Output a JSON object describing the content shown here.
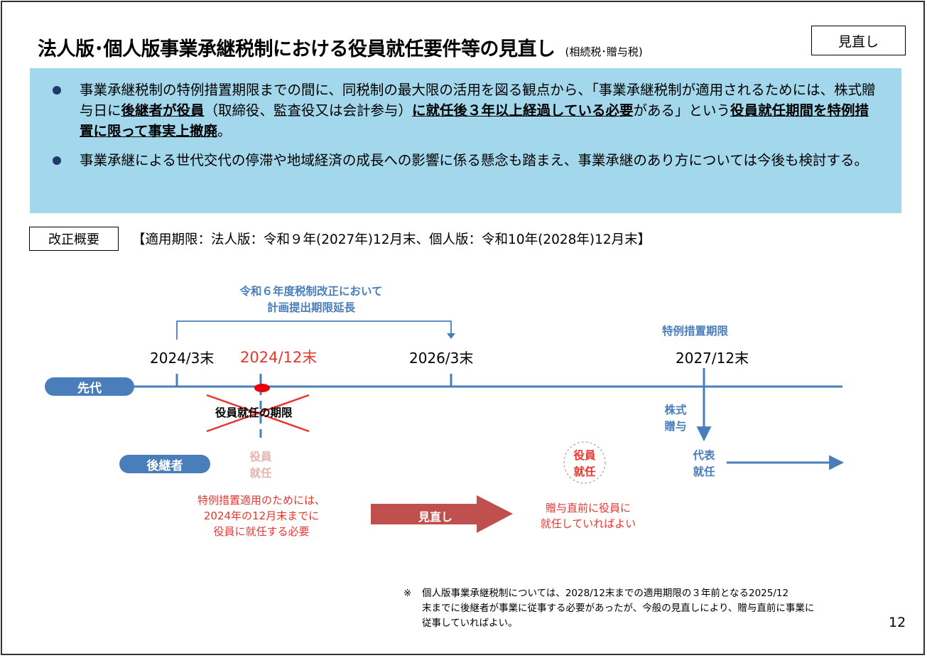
{
  "header": {
    "title": "法人版･個人版事業承継税制における役員就任要件等の見直し",
    "subtitle": "(相続税･贈与税)",
    "tag": "見直し"
  },
  "summary": {
    "bullet1": {
      "p1": "事業承継税制の特例措置期限までの間に、同税制の最大限の活用を図る観点から、「事業承継税制が適用されるためには、株式贈与日に",
      "b1": "後継者が役員",
      "p2": "（取締役、監査役又は会計参与）",
      "b2": "に就任後３年以上経過している必要",
      "p3": "がある」という",
      "b3": "役員就任期間を特例措置に限って事実上撤廃",
      "p4": "。"
    },
    "bullet2": "事業承継による世代交代の停滞や地域経済の成長への影響に係る懸念も踏まえ、事業承継のあり方については今後も検討する。"
  },
  "overview": {
    "label": "改正概要",
    "period": "【適用期限：法人版：令和９年(2027年)12月末、個人版：令和10年(2028年)12月末】"
  },
  "diagram": {
    "plan_note_line1": "令和６年度税制改正において",
    "plan_note_line2": "計画提出期限延長",
    "special_deadline": "特例措置期限",
    "dates": {
      "d1": "2024/3末",
      "d2": "2024/12末",
      "d3": "2026/3末",
      "d4": "2027/12末"
    },
    "predecessor": "先代",
    "successor": "後継者",
    "old_deadline": "役員就任の期限",
    "old_officer_line1": "役員",
    "old_officer_line2": "就任",
    "stock_gift_line1": "株式",
    "stock_gift_line2": "贈与",
    "rep_line1": "代表",
    "rep_line2": "就任",
    "new_officer_line1": "役員",
    "new_officer_line2": "就任",
    "old_rule_line1": "特例措置適用のためには、",
    "old_rule_line2": "2024年の12月末までに",
    "old_rule_line3": "役員に就任する必要",
    "revision_label": "見直し",
    "new_rule_line1": "贈与直前に役員に",
    "new_rule_line2": "就任していればよい",
    "colors": {
      "blue": "#4a7ebb",
      "red": "#e8352e",
      "dark_red": "#c0504d"
    }
  },
  "footnote": {
    "mark": "※",
    "line1": "個人版事業承継税制については、2028/12末までの適用期限の３年前となる2025/12",
    "line2": "末までに後継者が事業に従事する必要があったが、今般の見直しにより、贈与直前に事業に",
    "line3": "従事していればよい。"
  },
  "page_number": "12"
}
